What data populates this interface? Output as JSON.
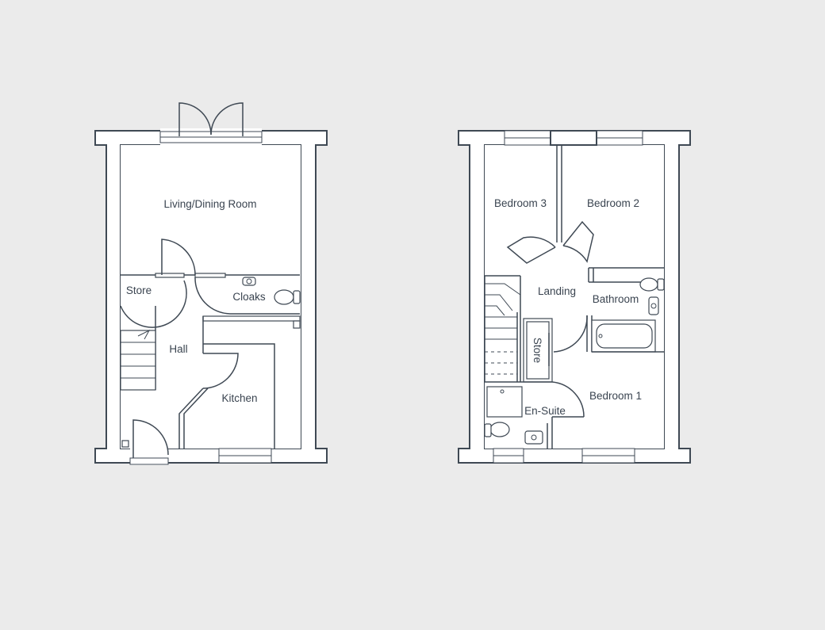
{
  "ground_floor": {
    "living_dining": "Living/Dining Room",
    "store": "Store",
    "cloaks": "Cloaks",
    "hall": "Hall",
    "kitchen": "Kitchen"
  },
  "first_floor": {
    "bedroom3": "Bedroom 3",
    "bedroom2": "Bedroom 2",
    "landing": "Landing",
    "bathroom": "Bathroom",
    "store": "Store",
    "bedroom1": "Bedroom 1",
    "ensuite": "En-Suite"
  },
  "colors": {
    "background": "#ebebeb",
    "wall": "#3f4954",
    "label": "#3a4450"
  }
}
